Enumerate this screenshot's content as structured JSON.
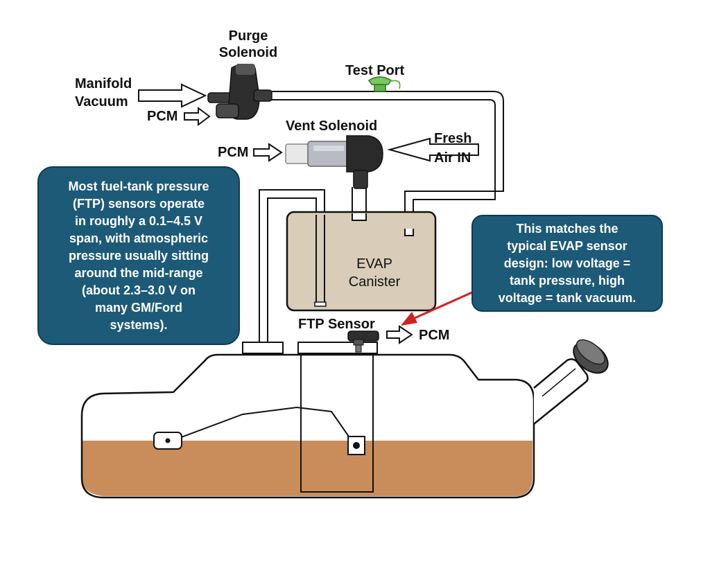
{
  "labels": {
    "purge_solenoid": [
      "Purge",
      "Solenoid"
    ],
    "manifold_vacuum": [
      "Manifold",
      "Vacuum"
    ],
    "pcm_purge": "PCM",
    "test_port": "Test Port",
    "vent_solenoid": "Vent Solenoid",
    "pcm_vent": "PCM",
    "fresh_air": [
      "Fresh",
      "Air IN"
    ],
    "evap_canister": [
      "EVAP",
      "Canister"
    ],
    "ftp_sensor": "FTP Sensor",
    "pcm_ftp": "PCM"
  },
  "callouts": {
    "left": [
      "Most fuel-tank pressure",
      "(FTP) sensors operate",
      "in roughly a 0.1–4.5 V",
      "span, with atmospheric",
      "pressure usually sitting",
      "around the mid-range",
      "(about 2.3–3.0 V on",
      "many GM/Ford",
      "systems)."
    ],
    "right": [
      "This matches the",
      "typical EVAP sensor",
      "design: low voltage =",
      "tank pressure, high",
      "voltage = tank vacuum."
    ]
  },
  "colors": {
    "callout_fill": "#1d5a78",
    "canister_fill": "#d9cdb9",
    "fuel_fill": "#c98d5b",
    "pointer_arrow": "#d42020",
    "test_port": "#5fb84a"
  }
}
